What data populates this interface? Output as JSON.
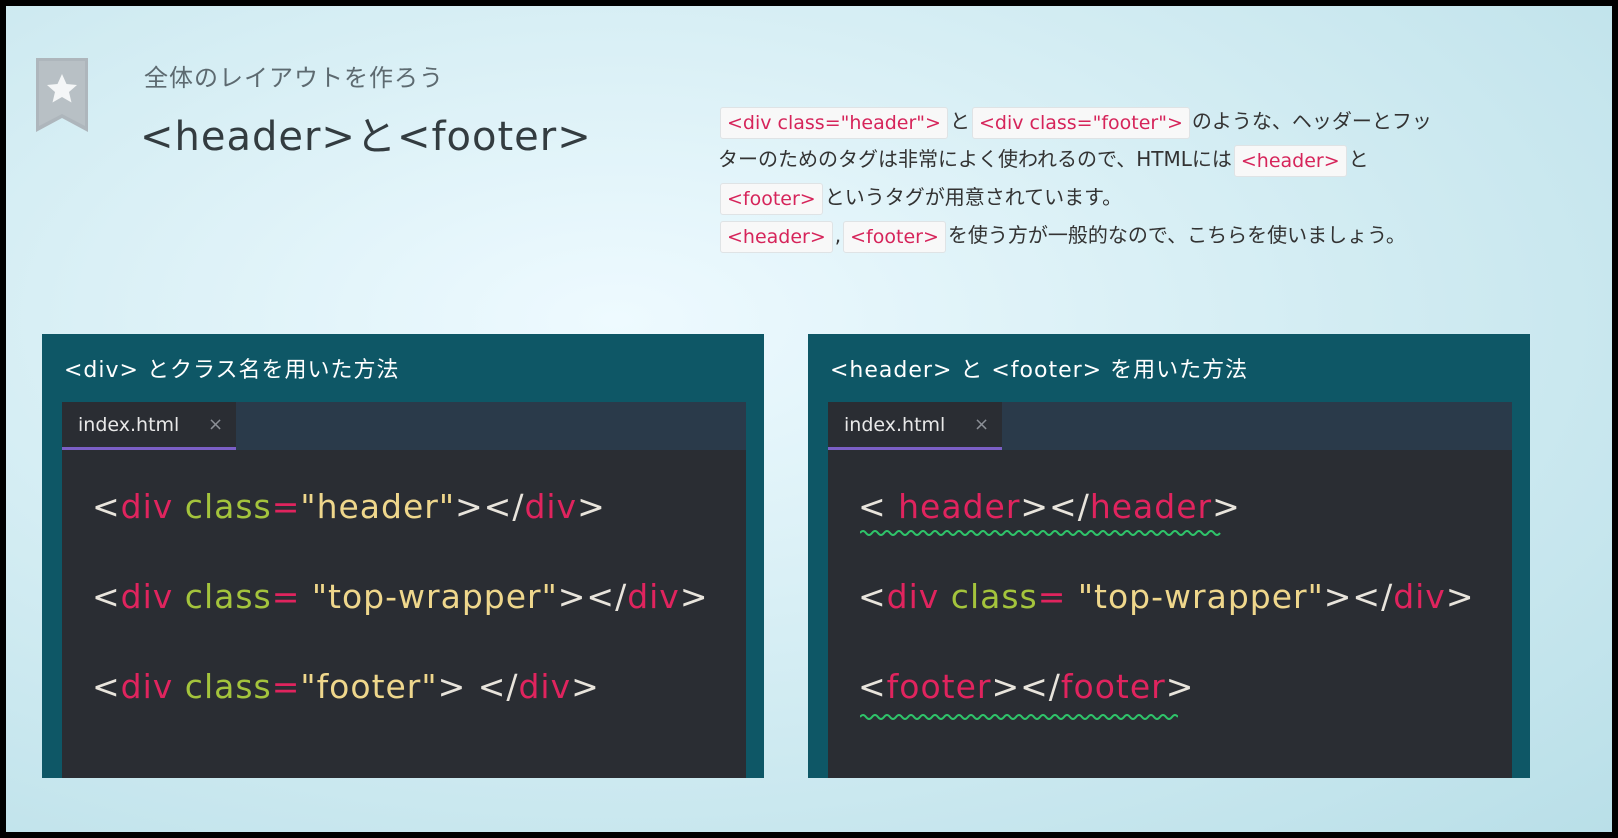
{
  "heading": {
    "subtitle": "全体のレイアウトを作ろう",
    "title": "<header>と<footer>"
  },
  "description": {
    "line1": {
      "tag1": "<div class=\"header\">",
      "t1": "と",
      "tag2": "<div class=\"footer\">",
      "t2": "のような、ヘッダーとフッ"
    },
    "line2": {
      "t1": "ターのためのタグは非常によく使われるので、HTMLには",
      "tag1": "<header>",
      "t2": "と"
    },
    "line3": {
      "tag1": "<footer>",
      "t1": "というタグが用意されています。"
    },
    "line4": {
      "tag1": "<header>",
      "t1": ",",
      "tag2": "<footer>",
      "t2": "を使う方が一般的なので、こちらを使いましょう。"
    }
  },
  "left_panel": {
    "title": "<div> とクラス名を用いた方法",
    "tab": {
      "label": "index.html",
      "close": "×"
    },
    "code": {
      "line1": {
        "p1": "<",
        "tag": "div",
        "attr": " class",
        "eq": "=",
        "str": "\"header\"",
        "p2": "></",
        "tag2": "div",
        "p3": ">"
      },
      "line2": {
        "p1": "<",
        "tag": "div",
        "attr": " class",
        "eq": "= ",
        "str": "\"top-wrapper\"",
        "p2": "></",
        "tag2": "div",
        "p3": ">"
      },
      "line3": {
        "p1": "<",
        "tag": "div",
        "attr": " class",
        "eq": "=",
        "str": "\"footer\"",
        "p2": "> </",
        "tag2": "div",
        "p3": ">"
      }
    }
  },
  "right_panel": {
    "title": "<header> と <footer> を用いた方法",
    "tab": {
      "label": "index.html",
      "close": "×"
    },
    "code": {
      "line1": {
        "p1": "< ",
        "tag": "header",
        "p2": "></",
        "tag2": "header",
        "p3": ">"
      },
      "line2": {
        "p1": "<",
        "tag": "div",
        "attr": " class",
        "eq": "= ",
        "str": "\"top-wrapper\"",
        "p2": "></",
        "tag2": "div",
        "p3": ">"
      },
      "line3": {
        "p1": "<",
        "tag": "footer",
        "p2": "></",
        "tag2": "footer",
        "p3": ">"
      }
    }
  },
  "colors": {
    "panel_bg": "#0e5766",
    "editor_bg": "#2a2d33",
    "tag": "#e0245e",
    "attr": "#a4c43c",
    "string": "#efd78c",
    "squiggle": "#2fc46a",
    "tab_underline": "#7b5fc6"
  },
  "icons": {
    "bookmark": "star-bookmark-icon",
    "close": "close-icon"
  }
}
